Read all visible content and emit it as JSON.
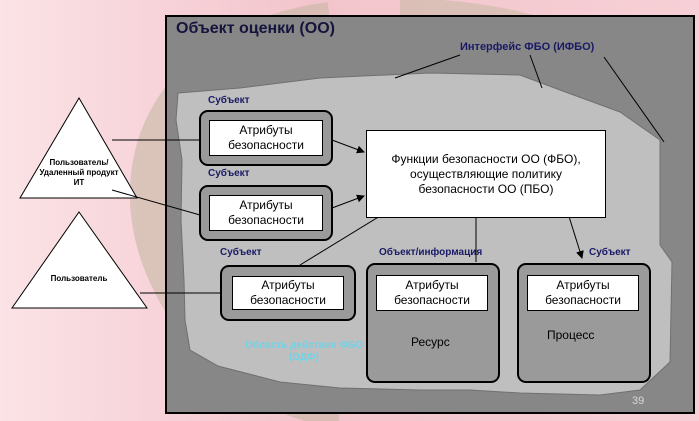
{
  "title": "Объект оценки (ОО)",
  "interface_label": "Интерфейс ФБО (ИФБО)",
  "subject_label": "Субъект",
  "object_label": "Объект/информация",
  "attr_label_line1": "Атрибуты",
  "attr_label_line2": "безопасности",
  "functions_text": "Функции безопасности ОО (ФБО), осуществляющие политику безопасности ОО (ПБО)",
  "area_label": "Область действия ФБО (ОДФ)",
  "resource_label": "Ресурс",
  "process_label": "Процесс",
  "actors": {
    "user_remote": "Пользователь/ Удаленный продукт ИТ",
    "user": "Пользователь"
  },
  "page_number": "39",
  "colors": {
    "frame_fill": "#878787",
    "blob_fill": "#bfbfbf",
    "title": "#14143c",
    "label_blue": "#1a1a66",
    "area_cyan": "#6fd3e8"
  }
}
